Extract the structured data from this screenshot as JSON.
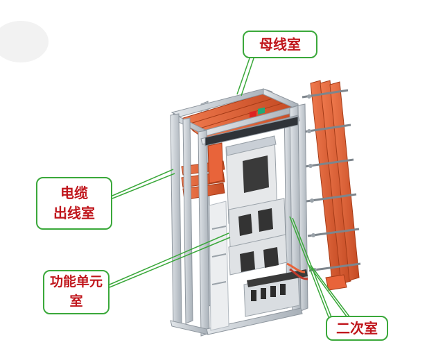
{
  "labels": {
    "busbar_chamber": "母线室",
    "cable_outlet_line1": "电缆",
    "cable_outlet_line2": "出线室",
    "functional_unit_line1": "功能单元",
    "functional_unit_line2": "室",
    "secondary_chamber": "二次室"
  },
  "colors": {
    "callout_border": "#3aa83a",
    "callout_text": "#c0161c",
    "leader_line": "#3aa83a",
    "copper": "#e8643a",
    "copper_dark": "#c24a22",
    "frame": "#c9cfd6",
    "frame_edge": "#8e969e",
    "breaker": "#3a3a3a",
    "panel": "#e6e8ea"
  },
  "icons": [
    "cabinet-frame-illustration",
    "vertical-busbar-illustration",
    "circuit-breaker-illustration"
  ]
}
